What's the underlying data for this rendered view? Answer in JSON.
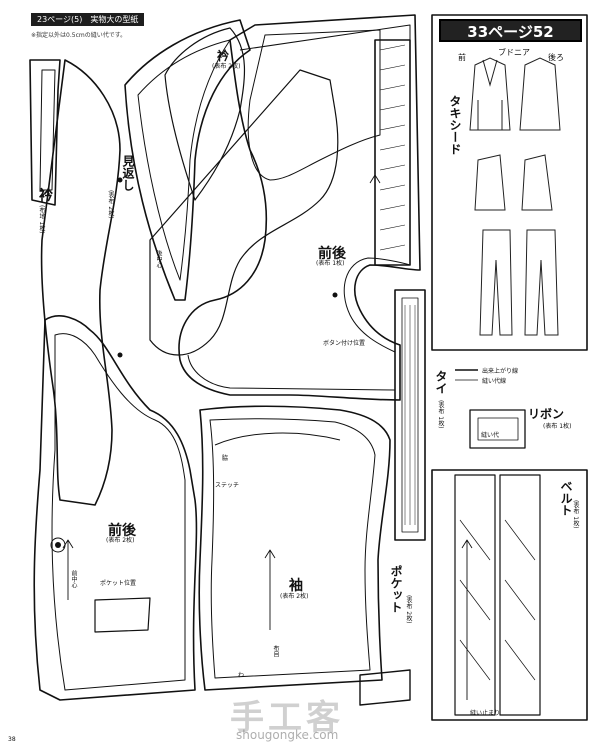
{
  "header": {
    "section": "23ページ(5)　実物大の型紙",
    "note": "※指定以外は0.5cmの縫い代です。"
  },
  "inset": {
    "page_badge": "33ページ52",
    "tuxedo_label": "タキシード",
    "front_label": "前",
    "back_label": "後ろ",
    "blouse_label": "ブドニア"
  },
  "pieces": {
    "collar_small": "衿",
    "collar_small_note": "(布地 1枚)",
    "collar_big": "衿",
    "collar_big_note": "(表布 2枚)",
    "facing": "見返し",
    "facing_note": "(表布 2枚)",
    "front_back_top": "前後",
    "front_back_top_note": "(表布 1枚)",
    "front_back_bottom": "前後",
    "front_back_bottom_note": "(表布 2枚)",
    "sleeve": "袖",
    "sleeve_note": "(表布 2枚)",
    "tie": "タイ",
    "tie_note": "(表布 1枚)",
    "ribbon": "リボン",
    "ribbon_note": "(表布 1枚)",
    "belt": "ベルト",
    "belt_note": "(表布 1枚)",
    "pocket": "ポケット",
    "pocket_note": "(表布 2枚)",
    "pocket_position": "ポケット位置",
    "stitch": "ステッチ"
  },
  "annotations": {
    "fold": "わ",
    "center_back": "後中心",
    "center_front": "前中心",
    "grain": "布目",
    "ribbon_cut": "縫い代",
    "legend_finish": "出来上がり線",
    "legend_seam": "縫い代線",
    "button_position": "ボタン付け位置",
    "side_seam": "脇",
    "ribbon_stop": "縫い止まり"
  },
  "page_number": "38",
  "watermark": {
    "logo": "手工客",
    "url": "shougongke.com"
  }
}
